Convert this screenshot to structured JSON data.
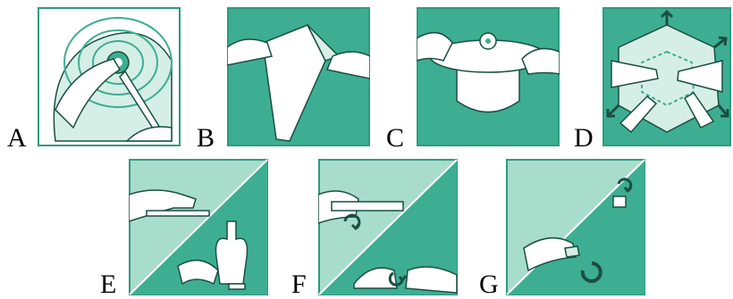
{
  "panels": [
    {
      "id": "A",
      "label": "A"
    },
    {
      "id": "B",
      "label": "B"
    },
    {
      "id": "C",
      "label": "C"
    },
    {
      "id": "D",
      "label": "D"
    },
    {
      "id": "E",
      "label": "E"
    },
    {
      "id": "F",
      "label": "F"
    },
    {
      "id": "G",
      "label": "G"
    }
  ],
  "colors": {
    "teal": "#3dae92",
    "teal_light": "#a8dccb",
    "teal_pale": "#d6efe6",
    "border": "#2e9b7f",
    "ink": "#1a4f42"
  }
}
